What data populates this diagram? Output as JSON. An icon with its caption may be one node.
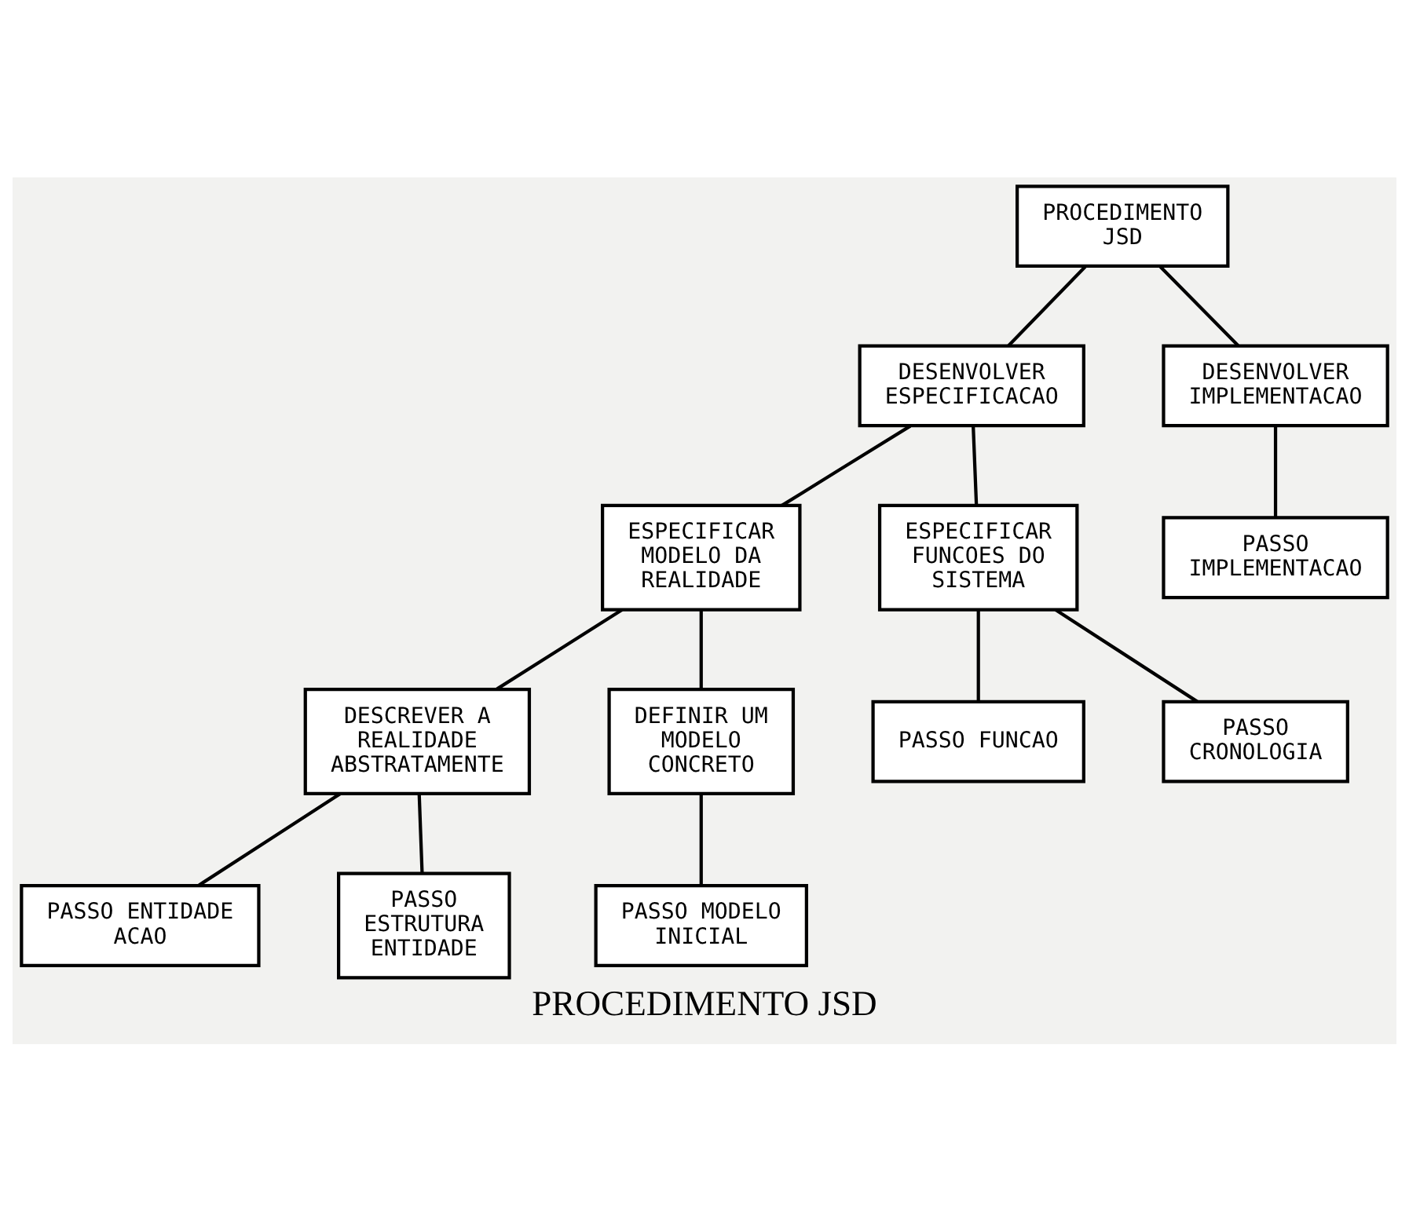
{
  "diagram": {
    "caption": "PROCEDIMENTO JSD",
    "nodes": [
      {
        "text": [
          "PROCEDIMENTO JSD"
        ]
      },
      {
        "text": [
          "DESENVOLVER ESPECIFICACAO"
        ]
      },
      {
        "text": [
          "DESENVOLVER IMPLEMENTACAO"
        ]
      },
      {
        "text": [
          "ESPECIFICAR MODELO DA REALIDADE"
        ]
      },
      {
        "text": [
          "ESPECIFICAR FUNCOES DO SISTEMA"
        ]
      },
      {
        "text": [
          "PASSO IMPLEMENTACAO"
        ]
      },
      {
        "text": [
          "DESCREVER A REALIDADE ABSTRATAMENTE"
        ]
      },
      {
        "text": [
          "DEFINIR UM MODELO CONCRETO"
        ]
      },
      {
        "text": [
          "PASSO ENTIDADE ACAO"
        ]
      },
      {
        "text": [
          "PASSO ESTRUTURA ENTIDADE"
        ]
      },
      {
        "text": [
          "PASSO MODELO INICIAL"
        ]
      },
      {
        "text": [
          "PASSO FUNCAO"
        ]
      },
      {
        "text": [
          "PASSO CRONOLOGIA"
        ]
      }
    ],
    "edges": [
      {
        "from": 0,
        "to": 1,
        "arrow": "none"
      },
      {
        "from": 0,
        "to": 2,
        "arrow": "none"
      },
      {
        "from": 1,
        "to": 3,
        "arrow": "none"
      },
      {
        "from": 1,
        "to": 4,
        "arrow": "none"
      },
      {
        "from": 2,
        "to": 5,
        "arrow": "none"
      },
      {
        "from": 3,
        "to": 6,
        "arrow": "none"
      },
      {
        "from": 3,
        "to": 7,
        "arrow": "none"
      },
      {
        "from": 6,
        "to": 8,
        "arrow": "none"
      },
      {
        "from": 6,
        "to": 9,
        "arrow": "none"
      },
      {
        "from": 7,
        "to": 10,
        "arrow": "none"
      },
      {
        "from": 4,
        "to": 11,
        "arrow": "none"
      },
      {
        "from": 4,
        "to": 12,
        "arrow": "none"
      }
    ]
  }
}
